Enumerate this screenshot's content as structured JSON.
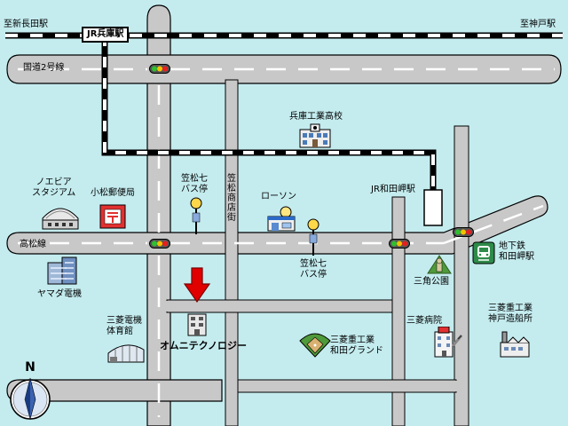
{
  "labels": {
    "west_terminus": "至新長田駅",
    "east_terminus": "至神戸駅",
    "jr_hyogo": "JR兵庫駅",
    "route2": "国道2号線",
    "hyogo_tech_hs": "兵庫工業高校",
    "jr_wadamisaki": "JR和田岬駅",
    "noevir_stadium": "ノエビア\nスタジアム",
    "komatsu_post": "小松郵便局",
    "kasamatsu7_bus_1": "笠松七\nバス停",
    "kasamatsu_shotengai": "笠松商店街",
    "lawson": "ローソン",
    "takamatsu": "高松線",
    "subway_wadamisaki": "地下鉄\n和田岬駅",
    "kasamatsu7_bus_2": "笠松七\nバス停",
    "yamada_denki": "ヤマダ電機",
    "sankaku_park": "三角公園",
    "mitsubishi_gym": "三菱電機\n体育館",
    "omni_technology": "オムニテクノロジー",
    "mitsubishi_wada_ground": "三菱重工業\n和田グランド",
    "mitsubishi_hospital": "三菱病院",
    "mitsubishi_shipyard": "三菱重工業\n神戸造船所",
    "north": "N"
  },
  "colors": {
    "water": "#c4ecef",
    "road": "#c8c8c8",
    "road_edge": "#000000",
    "rail_dark": "#000000",
    "rail_light": "#ffffff",
    "target_arrow": "#e00000"
  },
  "icons": {
    "stadium": "stadium-icon",
    "post_office": "post-office-icon",
    "bus_stop": "bus-stop-icon",
    "convenience_store": "convenience-store-icon",
    "school": "school-icon",
    "subway": "subway-icon",
    "electronics_store": "building-icon",
    "park": "park-icon",
    "gym": "gym-icon",
    "office": "office-icon",
    "baseball_ground": "baseball-ground-icon",
    "hospital": "hospital-icon",
    "factory": "factory-icon",
    "compass": "compass-icon",
    "traffic_light": "traffic-light-icon",
    "arrow": "down-arrow-icon"
  }
}
